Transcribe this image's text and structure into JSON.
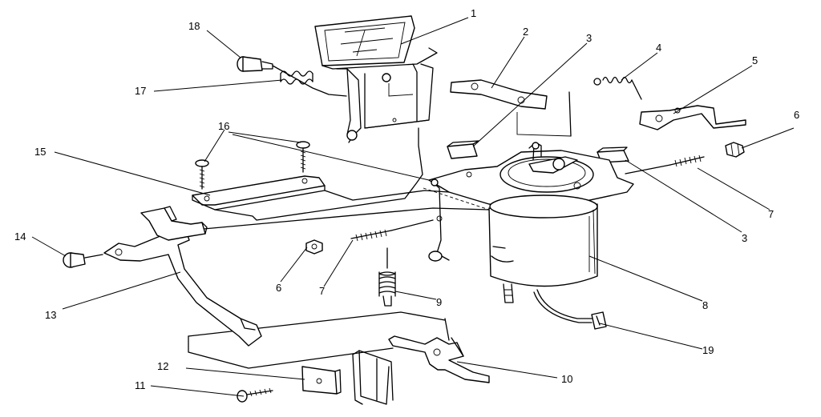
{
  "diagram": {
    "type": "exploded-parts-view",
    "callouts": [
      {
        "id": "c1",
        "label": "1"
      },
      {
        "id": "c2",
        "label": "2"
      },
      {
        "id": "c3a",
        "label": "3"
      },
      {
        "id": "c4",
        "label": "4"
      },
      {
        "id": "c5",
        "label": "5"
      },
      {
        "id": "c6a",
        "label": "6"
      },
      {
        "id": "c7a",
        "label": "7"
      },
      {
        "id": "c3b",
        "label": "3"
      },
      {
        "id": "c8",
        "label": "8"
      },
      {
        "id": "c9",
        "label": "9"
      },
      {
        "id": "c7b",
        "label": "7"
      },
      {
        "id": "c6b",
        "label": "6"
      },
      {
        "id": "c10",
        "label": "10"
      },
      {
        "id": "c11",
        "label": "11"
      },
      {
        "id": "c12",
        "label": "12"
      },
      {
        "id": "c13",
        "label": "13"
      },
      {
        "id": "c14",
        "label": "14"
      },
      {
        "id": "c15",
        "label": "15"
      },
      {
        "id": "c16",
        "label": "16"
      },
      {
        "id": "c17",
        "label": "17"
      },
      {
        "id": "c18",
        "label": "18"
      },
      {
        "id": "c19",
        "label": "19"
      }
    ]
  }
}
